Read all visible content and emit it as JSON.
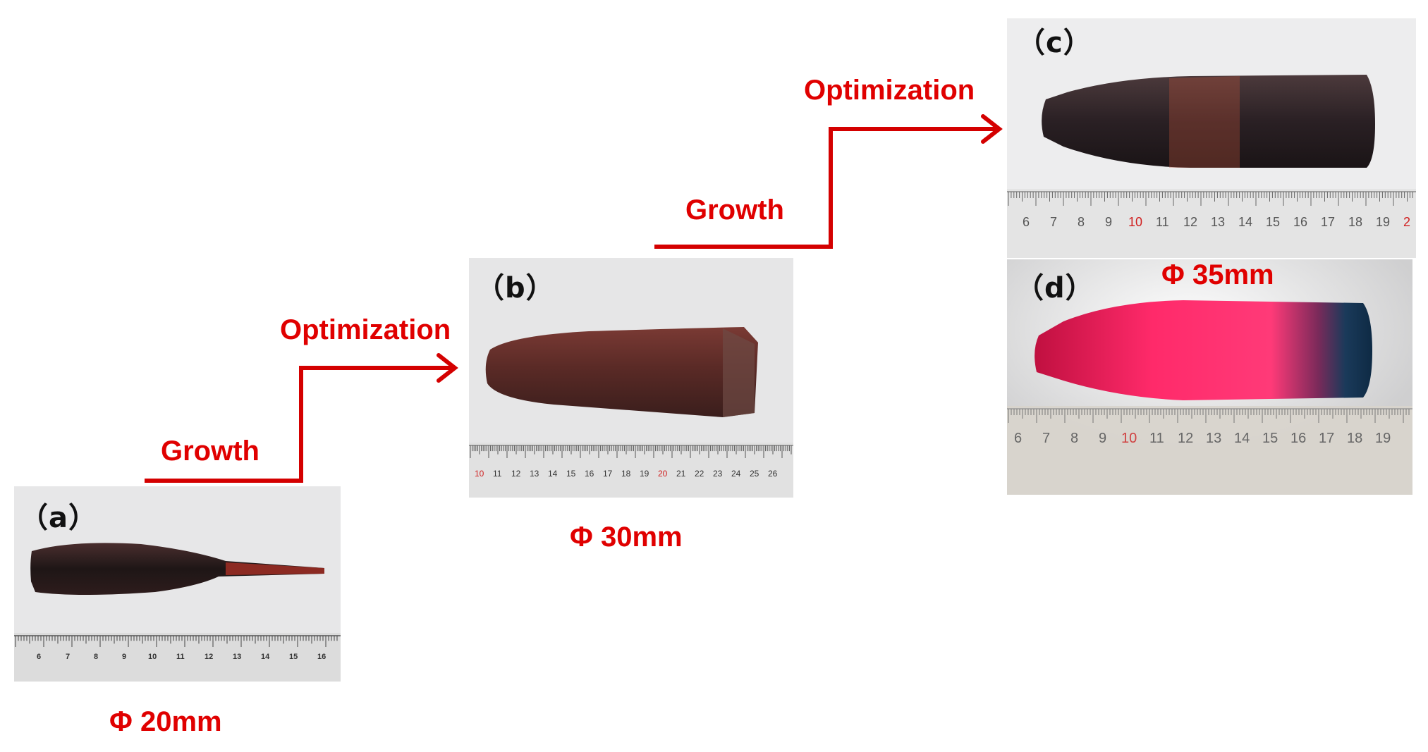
{
  "panels": {
    "a": {
      "label": "（a）",
      "diameter": "Φ 20mm",
      "ruler_numbers": [
        "6",
        "7",
        "8",
        "9",
        "10",
        "11",
        "12",
        "13",
        "14",
        "15",
        "16"
      ]
    },
    "b": {
      "label": "（b）",
      "diameter": "Φ 30mm",
      "ruler_numbers": [
        "10",
        "11",
        "12",
        "13",
        "14",
        "15",
        "16",
        "17",
        "18",
        "19",
        "20",
        "21",
        "22",
        "23",
        "24",
        "25",
        "26"
      ]
    },
    "c": {
      "label": "（c）",
      "ruler_numbers": [
        "6",
        "7",
        "8",
        "9",
        "10",
        "11",
        "12",
        "13",
        "14",
        "15",
        "16",
        "17",
        "18",
        "19",
        "2"
      ]
    },
    "d": {
      "label": "（d）",
      "ruler_numbers": [
        "6",
        "7",
        "8",
        "9",
        "10",
        "11",
        "12",
        "13",
        "14",
        "15",
        "16",
        "17",
        "18",
        "19"
      ]
    },
    "cd_diameter": "Φ 35mm"
  },
  "steps": [
    {
      "growth": "Growth",
      "optimization": "Optimization"
    },
    {
      "growth": "Growth",
      "optimization": "Optimization"
    }
  ],
  "colors": {
    "arrow": "#d40000",
    "text": "#e00000"
  }
}
